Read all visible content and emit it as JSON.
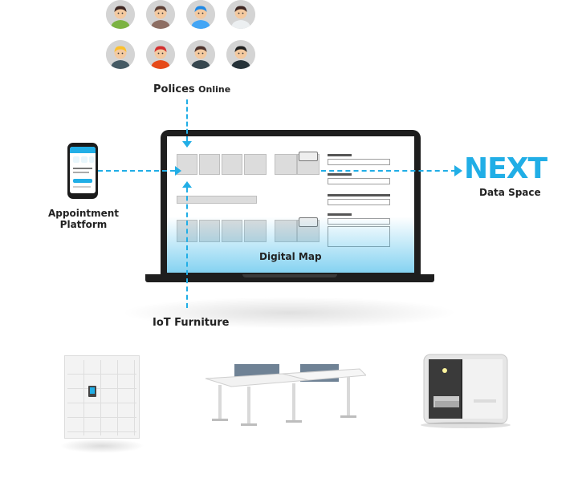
{
  "labels": {
    "polices_big": "Polices",
    "polices_small": "Online",
    "appointment_line1": "Appointment",
    "appointment_line2": "Platform",
    "digital_map": "Digital Map",
    "iot_furniture": "IoT Furniture",
    "next": "NEXT",
    "data_space": "Data Space"
  },
  "avatars": [
    {
      "icon": "man-green-shirt-avatar-icon",
      "shirt": "#7cb342",
      "hair": "#3e2723"
    },
    {
      "icon": "woman-avatar-icon",
      "shirt": "#8d6e63",
      "hair": "#5d4037"
    },
    {
      "icon": "cyclist-helmet-avatar-icon",
      "shirt": "#42a5f5",
      "hair": "#1e88e5"
    },
    {
      "icon": "doctor-avatar-icon",
      "shirt": "#eceff1",
      "hair": "#3e2723"
    },
    {
      "icon": "construction-worker-avatar-icon",
      "shirt": "#455a64",
      "hair": "#fbc02d"
    },
    {
      "icon": "firefighter-avatar-icon",
      "shirt": "#e64a19",
      "hair": "#d32f2f"
    },
    {
      "icon": "businessman-avatar-icon",
      "shirt": "#37474f",
      "hair": "#4e342e"
    },
    {
      "icon": "manager-avatar-icon",
      "shirt": "#263238",
      "hair": "#212121"
    }
  ],
  "colors": {
    "accent": "#21aee6",
    "laptop": "#1e1e1e"
  },
  "furniture": [
    {
      "icon": "smart-locker-icon"
    },
    {
      "icon": "sit-stand-desk-icon"
    },
    {
      "icon": "phone-booth-pod-icon"
    }
  ]
}
